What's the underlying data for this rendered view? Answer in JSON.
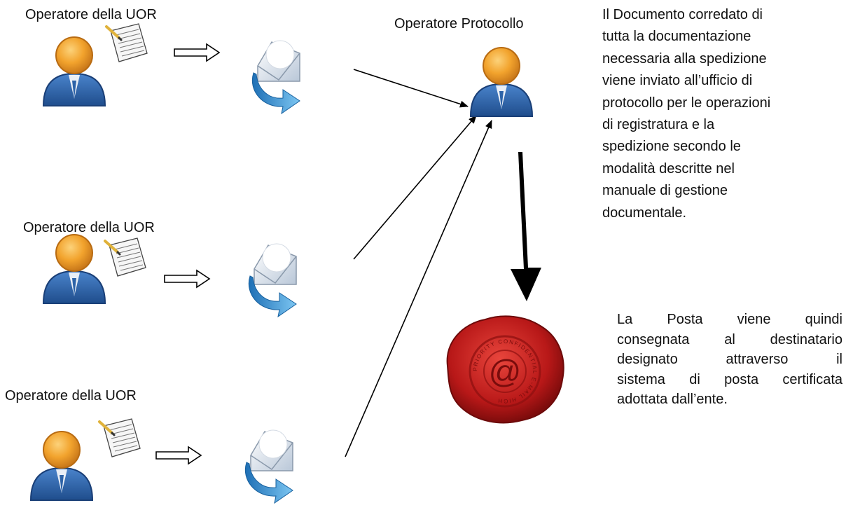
{
  "labels": {
    "uor_1": "Operatore della UOR",
    "uor_2": "Operatore della UOR",
    "uor_3": "Operatore della UOR",
    "protocollo": "Operatore Protocollo"
  },
  "description_top": {
    "lines": [
      "Il Documento corredato di",
      "tutta la documentazione",
      "necessaria alla spedizione",
      "viene inviato all’ufficio di",
      "protocollo per le operazioni",
      "di registratura e la",
      "spedizione secondo le",
      "modalità descritte nel",
      "manuale di gestione",
      "documentale."
    ]
  },
  "description_bottom": {
    "lines": [
      "La Posta viene quindi",
      "consegnata al destinatario",
      "designato attraverso il",
      "sistema di posta certificata",
      "adottata dall’ente."
    ]
  },
  "seal": {
    "symbol": "@",
    "ring_text": "PRIORITY CONFIDENTIAL E-MAIL HIGH"
  },
  "icons": {
    "person": "user-icon",
    "document": "document-pen-icon",
    "mail": "mail-send-icon",
    "seal": "wax-seal-icon"
  },
  "colors": {
    "head": "#f2a32d",
    "head_shadow": "#c9781a",
    "body": "#2d63a8",
    "body_dark": "#1a3f77",
    "mail_arrow": "#2c8fd6",
    "seal": "#c41d1d"
  }
}
